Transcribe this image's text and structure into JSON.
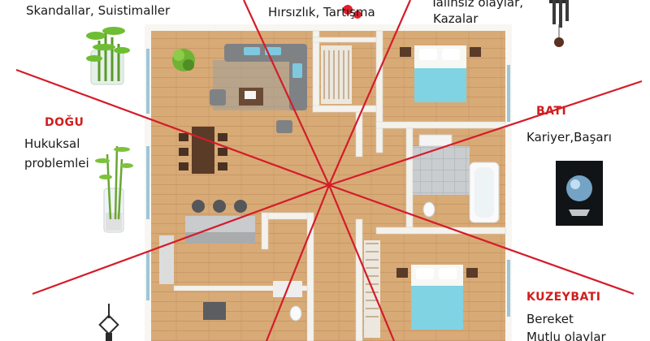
{
  "labels": {
    "top_left": "Skandallar, Suistimaller",
    "top_center": "Hırsızlık, Tartışma",
    "top_right_line1": "Talihsiz olaylar,",
    "top_right_line2": "Kazalar",
    "left_direction": "DOĞU",
    "left_line1": "Hukuksal",
    "left_line2": "problemlei",
    "right_direction": "BATI",
    "right_text": "Kariyer,Başarı",
    "bottom_right_direction": "KUZEYBATI",
    "bottom_right_line1": "Bereket",
    "bottom_right_line2": "Mutlu olaylar"
  },
  "colors": {
    "line": "#d41c2a",
    "direction_text": "#d11d1d",
    "floor": "#d7a873",
    "wall": "#f3f1ec",
    "sofa": "#8a8d90",
    "bed_sheet": "#7fd3e3"
  },
  "icons": [
    "bamboo-plant-icon",
    "wind-chime-icon",
    "lucky-bamboo-vase-icon",
    "crystal-globe-icon",
    "chinese-knot-icon"
  ]
}
